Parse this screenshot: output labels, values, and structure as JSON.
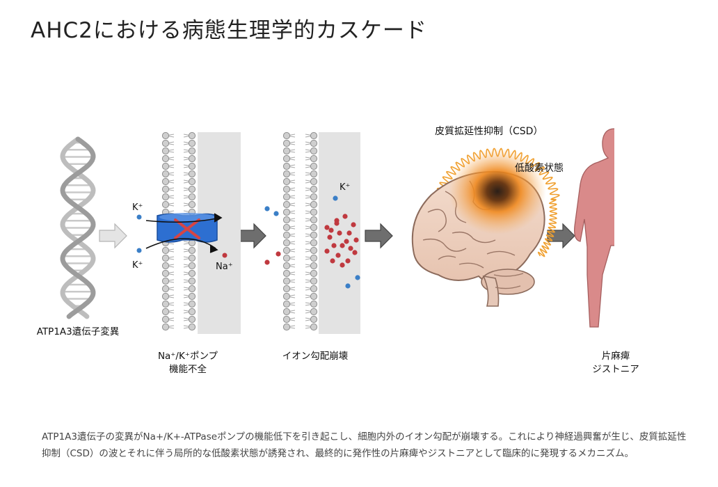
{
  "title": "AHC2における病態生理学的カスケード",
  "labels": {
    "gene": "ATP1A3遺伝子変異",
    "pump_line1": "Na⁺/K⁺ポンプ",
    "pump_line2": "機能不全",
    "ion": "イオン勾配崩壊",
    "csd": "皮質拡延性抑制（CSD）",
    "hypoxia": "低酸素状態",
    "outcome_line1": "片麻痺",
    "outcome_line2": "ジストニア",
    "k_top": "K⁺",
    "k_bottom": "K⁺",
    "na": "Na⁺",
    "k_ion": "K⁺"
  },
  "caption": "ATP1A3遺伝子の変異がNa+/K+-ATPaseポンプの機能低下を引き起こし、細胞内外のイオン勾配が崩壊する。これにより神経過興奮が生じ、皮質拡延性抑制（CSD）の波とそれに伴う局所的な低酸素状態が誘発され、最終的に発作性の片麻痺やジストニアとして臨床的に発現するメカニズム。",
  "colors": {
    "potassium": "#3b7fc7",
    "sodium": "#c0393f",
    "pump": "#2d6fd1",
    "csd_wave": "#f0a030",
    "body_left": "#d98a8a",
    "body_right": "#8fa8d2",
    "arrow": "#555555"
  }
}
